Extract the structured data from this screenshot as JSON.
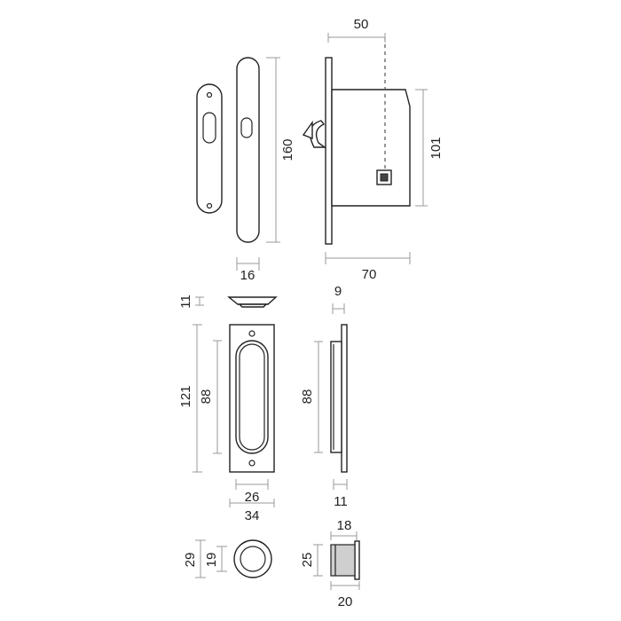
{
  "dimensions": {
    "lock_backset": "50",
    "lock_height": "160",
    "lock_body_height": "101",
    "lock_plate_width": "16",
    "lock_depth": "70",
    "flush_pull_rim_thickness": "11",
    "flush_pull_plate_height": "121",
    "flush_pull_recess_height": "88",
    "flush_pull_recess_width": "26",
    "flush_pull_plate_width": "34",
    "flush_pull_side_depth": "9",
    "flush_pull_side_height": "88",
    "flush_pull_side_bottom": "11",
    "ring_pull_outer": "29",
    "ring_pull_inner": "19",
    "ring_pull_cup_height": "25",
    "ring_pull_cup_depth_top": "18",
    "ring_pull_cup_depth_bottom": "20"
  },
  "colors": {
    "outline": "#222222",
    "dimension_line": "#9a9a9a",
    "fill": "#ffffff"
  }
}
